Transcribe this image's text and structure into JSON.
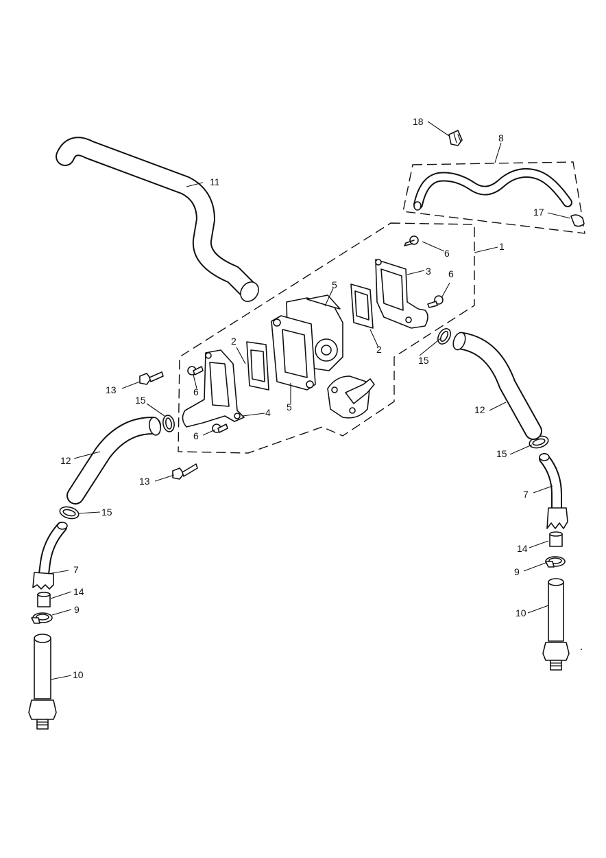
{
  "diagram": {
    "callouts": [
      {
        "id": "c18",
        "label": "18"
      },
      {
        "id": "c8",
        "label": "8"
      },
      {
        "id": "c11",
        "label": "11"
      },
      {
        "id": "c17",
        "label": "17"
      },
      {
        "id": "c1",
        "label": "1"
      },
      {
        "id": "c6a",
        "label": "6"
      },
      {
        "id": "c3",
        "label": "3"
      },
      {
        "id": "c6b",
        "label": "6"
      },
      {
        "id": "c5a",
        "label": "5"
      },
      {
        "id": "c2a",
        "label": "2"
      },
      {
        "id": "c2b",
        "label": "2"
      },
      {
        "id": "c15a",
        "label": "15"
      },
      {
        "id": "c6c",
        "label": "6"
      },
      {
        "id": "c13a",
        "label": "13"
      },
      {
        "id": "c15b",
        "label": "15"
      },
      {
        "id": "c4",
        "label": "4"
      },
      {
        "id": "c5b",
        "label": "5"
      },
      {
        "id": "c6d",
        "label": "6"
      },
      {
        "id": "c12a",
        "label": "12"
      },
      {
        "id": "c12b",
        "label": "12"
      },
      {
        "id": "c15c",
        "label": "15"
      },
      {
        "id": "c13b",
        "label": "13"
      },
      {
        "id": "c7a",
        "label": "7"
      },
      {
        "id": "c15d",
        "label": "15"
      },
      {
        "id": "c14a",
        "label": "14"
      },
      {
        "id": "c9a",
        "label": "9"
      },
      {
        "id": "c7b",
        "label": "7"
      },
      {
        "id": "c14b",
        "label": "14"
      },
      {
        "id": "c9b",
        "label": "9"
      },
      {
        "id": "c10a",
        "label": "10"
      },
      {
        "id": "c10b",
        "label": "10"
      }
    ]
  }
}
